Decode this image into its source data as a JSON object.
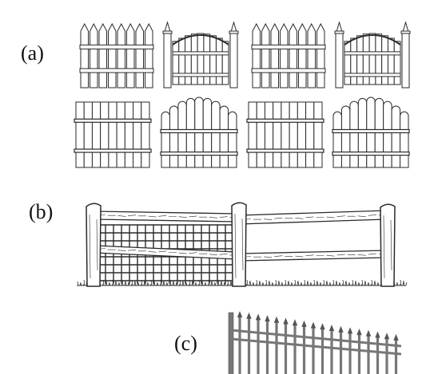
{
  "labels": {
    "a": "(a)",
    "b": "(b)",
    "c": "(c)"
  },
  "colors": {
    "ink": "#2a2a2a",
    "board": "#ffffff",
    "metal": "#777777",
    "metal_dark": "#555555",
    "grass": "#333333"
  },
  "panels_a": [
    {
      "style": "pointed-picket"
    },
    {
      "style": "arched-gate-with-posts"
    },
    {
      "style": "pointed-picket"
    },
    {
      "style": "arched-gate-with-posts"
    },
    {
      "style": "flat-board"
    },
    {
      "style": "scalloped-top"
    },
    {
      "style": "flat-board"
    },
    {
      "style": "scalloped-top"
    }
  ],
  "fence_b": {
    "style": "split-rail-with-wire-mesh"
  },
  "fence_c": {
    "style": "spear-top-metal-railing"
  }
}
